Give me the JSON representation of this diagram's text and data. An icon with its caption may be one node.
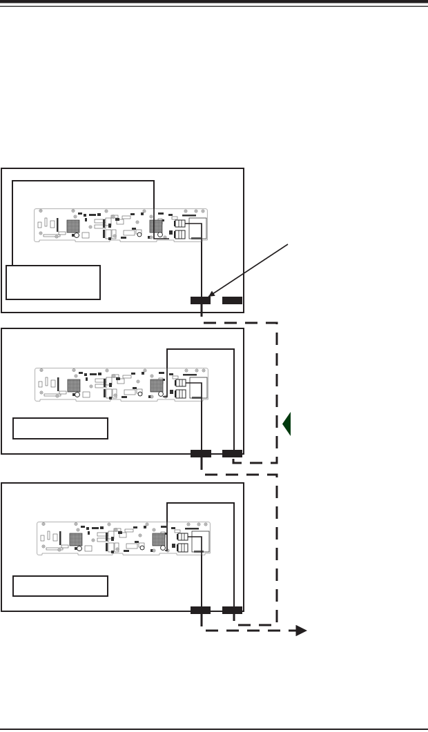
{
  "diagram": {
    "nodes": [
      {
        "text": [],
        "shape": "box"
      },
      {
        "text": [],
        "shape": "picture",
        "in": 0
      },
      {
        "text": [],
        "shape": "box",
        "in": 0
      },
      {
        "text": [],
        "shape": "bar",
        "in": 0
      },
      {
        "text": [],
        "shape": "bar",
        "in": 0
      },
      {
        "text": [],
        "shape": "box"
      },
      {
        "text": [],
        "shape": "picture",
        "in": 5
      },
      {
        "text": [],
        "shape": "box",
        "in": 5
      },
      {
        "text": [],
        "shape": "bar"
      },
      {
        "text": [],
        "shape": "bar"
      },
      {
        "text": [],
        "shape": "box"
      },
      {
        "text": [],
        "shape": "picture",
        "in": 10
      },
      {
        "text": [],
        "shape": "box",
        "in": 10
      },
      {
        "text": [],
        "shape": "bar"
      },
      {
        "text": [],
        "shape": "bar"
      }
    ],
    "edges": [
      {
        "from": 2,
        "to": 1,
        "arrow": "none"
      },
      {
        "from": 1,
        "to": 3,
        "arrow": "none"
      },
      {
        "from": 3,
        "to": 9,
        "arrow": "none",
        "style": "dashed"
      },
      {
        "from": 6,
        "to": 9,
        "arrow": "none"
      },
      {
        "from": 6,
        "to": 8,
        "arrow": "none"
      },
      {
        "from": 8,
        "to": 14,
        "arrow": "none",
        "style": "dashed"
      },
      {
        "from": 11,
        "to": 14,
        "arrow": "none"
      },
      {
        "from": 11,
        "to": 13,
        "arrow": "none"
      },
      {
        "from": 13,
        "to": null,
        "arrow": "to",
        "style": "dashed"
      },
      {
        "from": null,
        "to": 3,
        "arrow": "to"
      }
    ]
  }
}
